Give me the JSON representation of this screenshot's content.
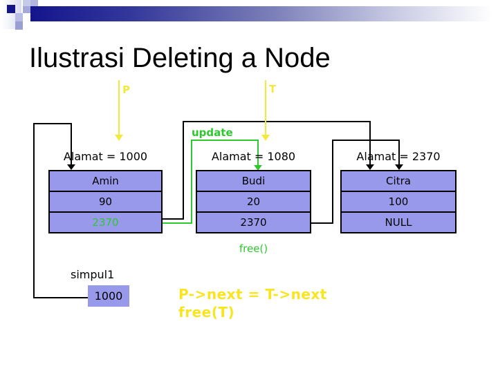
{
  "slide": {
    "title": "Ilustrasi Deleting a Node",
    "labels": {
      "p": "P",
      "t": "T",
      "update": "update",
      "free": "free()",
      "simpul1": "simpul1",
      "simpul1_value": "1000"
    },
    "code": {
      "line1": "P->next = T->next",
      "line2": "free(T)"
    },
    "nodes": [
      {
        "address_label": "Alamat = 1000",
        "name": "Amin",
        "value": "90",
        "next": "2370",
        "next_highlighted": true
      },
      {
        "address_label": "Alamat = 1080",
        "name": "Budi",
        "value": "20",
        "next": "2370",
        "next_highlighted": false
      },
      {
        "address_label": "Alamat = 2370",
        "name": "Citra",
        "value": "100",
        "next": "NULL",
        "next_highlighted": false
      }
    ],
    "colors": {
      "node_fill": "#9999eb",
      "accent_green": "#2ec82e",
      "accent_yellow": "#f2e93a",
      "code_yellow": "#f8e51f",
      "banner_navy": "#14148c"
    }
  }
}
